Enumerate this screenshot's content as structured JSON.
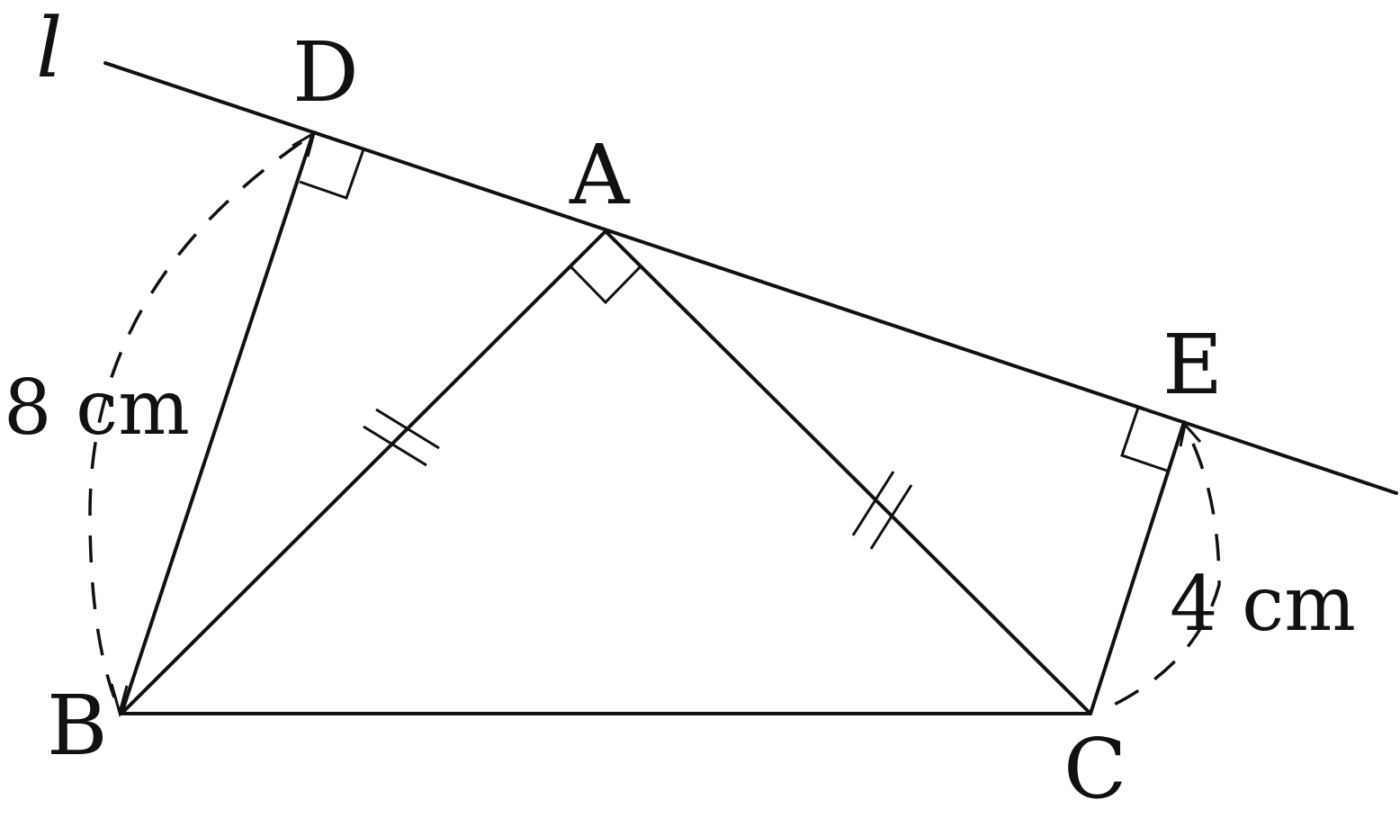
{
  "diagram": {
    "line_label": "l",
    "points": {
      "A": "A",
      "B": "B",
      "C": "C",
      "D": "D",
      "E": "E"
    },
    "measurements": {
      "BD": "8 cm",
      "CE": "4 cm"
    }
  }
}
